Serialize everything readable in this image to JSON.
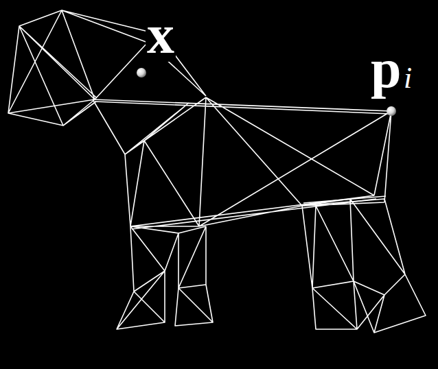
{
  "diagram": {
    "labels": [
      "x",
      "p",
      "i"
    ]
  }
}
